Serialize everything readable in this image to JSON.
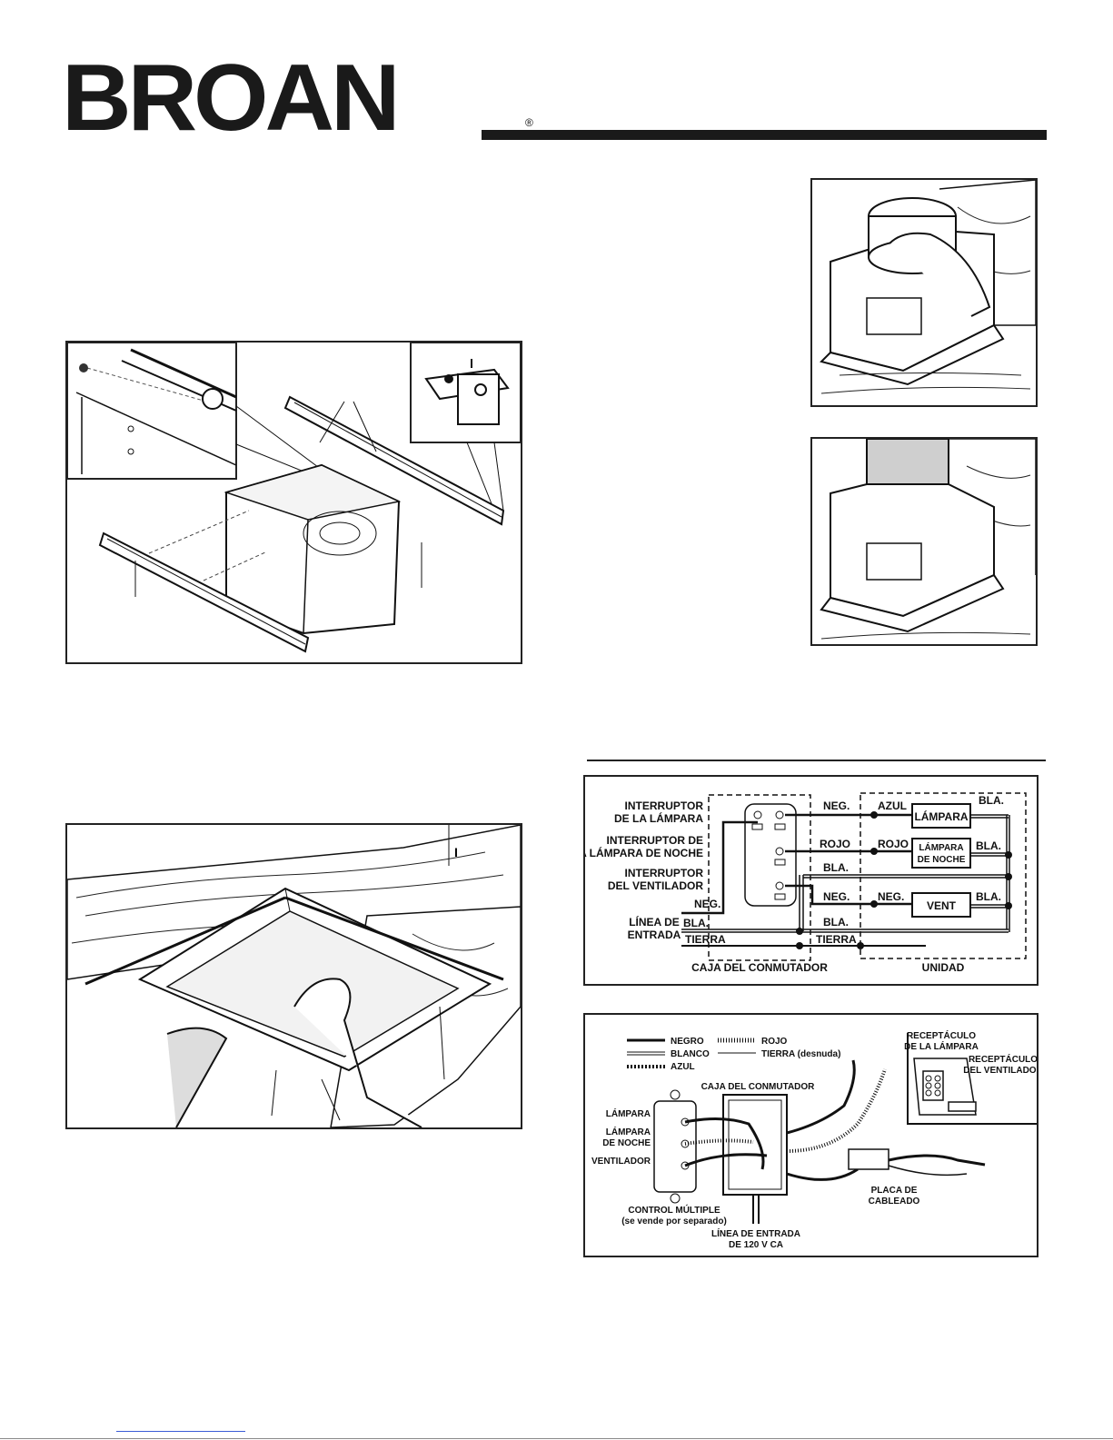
{
  "brand": {
    "name": "BROAN",
    "registered": "®"
  },
  "figure_top_right": {
    "label": "I"
  },
  "wiring_diagram": {
    "left_labels": {
      "lamp_switch": [
        "INTERRUPTOR",
        "DE LA LÁMPARA"
      ],
      "nightlight_switch": [
        "INTERRUPTOR DE",
        "LA LÁMPARA DE NOCHE"
      ],
      "fan_switch": [
        "INTERRUPTOR",
        "DEL VENTILADOR"
      ],
      "line_in": [
        "LÍNEA DE",
        "ENTRADA"
      ]
    },
    "wire_labels": {
      "neg_left": "NEG.",
      "bla_left": "BLA.",
      "tierra_left": "TIERRA",
      "neg_top": "NEG.",
      "azul": "AZUL",
      "rojo1": "ROJO",
      "rojo2": "ROJO",
      "bla_mid": "BLA.",
      "neg_vent1": "NEG.",
      "neg_vent2": "NEG.",
      "bla_low": "BLA.",
      "tierra_right": "TIERRA",
      "bla_r1": "BLA.",
      "bla_r2": "BLA.",
      "bla_r3": "BLA."
    },
    "boxes": {
      "lamp": "LÁMPARA",
      "nightlight": [
        "LÁMPARA",
        "DE NOCHE"
      ],
      "vent": "VENT"
    },
    "captions": {
      "switch_box": "CAJA DEL CONMUTADOR",
      "unit": "UNIDAD"
    }
  },
  "pictorial_diagram": {
    "legend": {
      "negro": "NEGRO",
      "blanco": "BLANCO",
      "azul": "AZUL",
      "rojo": "ROJO",
      "tierra": "TIERRA (desnuda)"
    },
    "labels": {
      "lamp_receptacle": [
        "RECEPTÁCULO",
        "DE LA LÁMPARA"
      ],
      "fan_receptacle": [
        "RECEPTÁCULO",
        "DEL VENTILADOR"
      ],
      "switch_box": "CAJA DEL CONMUTADOR",
      "lampara": "LÁMPARA",
      "nightlight": [
        "LÁMPARA",
        "DE NOCHE"
      ],
      "ventilador": "VENTILADOR",
      "multi_control": [
        "CONTROL MÚLTIPLE",
        "(se vende por separado)"
      ],
      "line_in": [
        "LÍNEA DE ENTRADA",
        "DE 120 V CA"
      ],
      "wiring_plate": [
        "PLACA DE",
        "CABLEADO"
      ]
    }
  },
  "figure_bottom_left": {
    "label": "I"
  }
}
